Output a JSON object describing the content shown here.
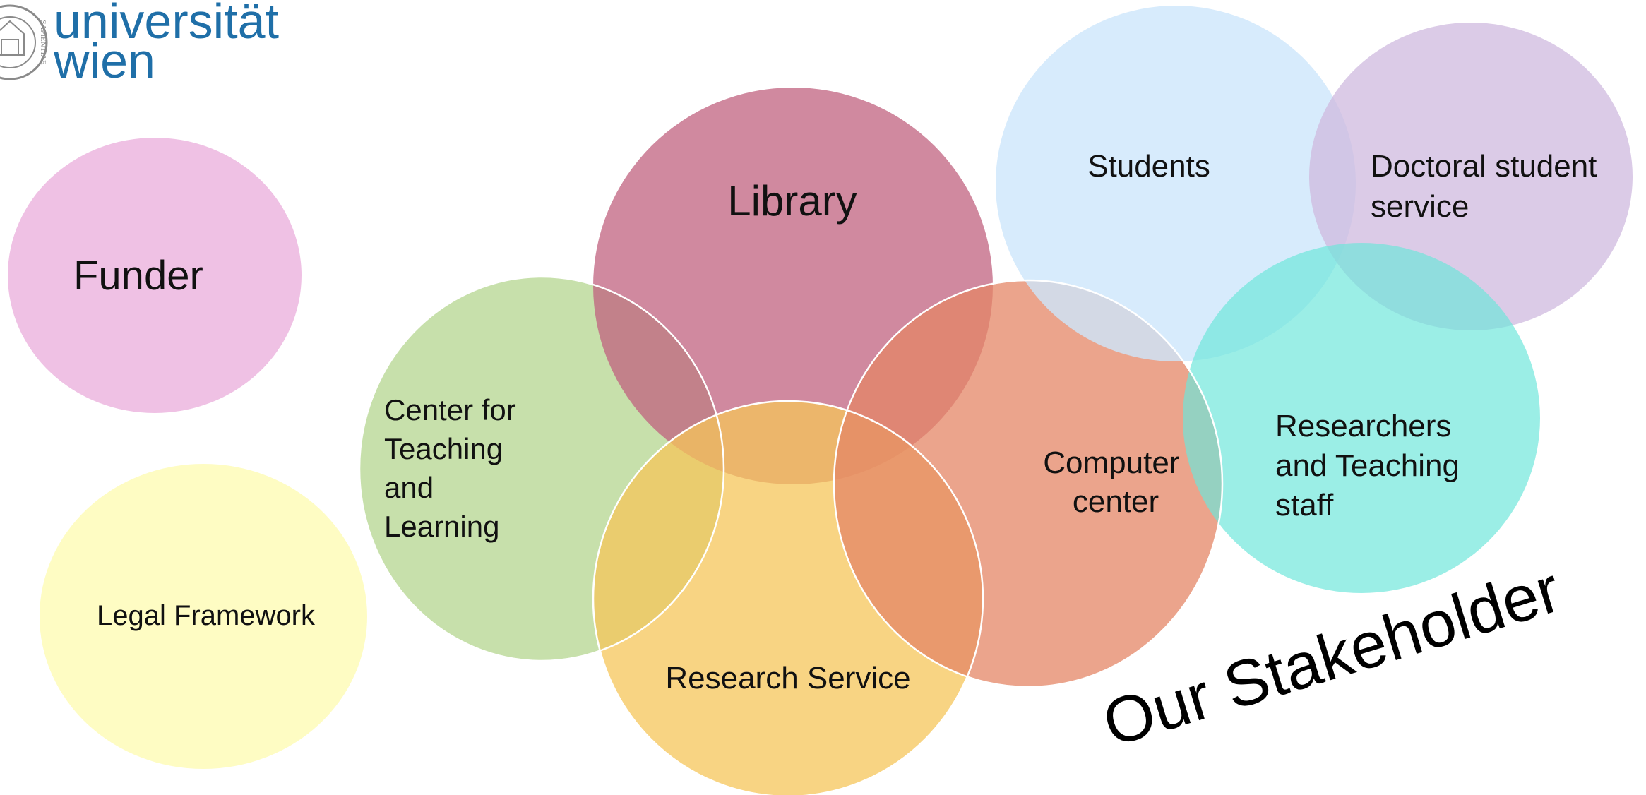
{
  "logo": {
    "line1": "universität",
    "line2": "wien",
    "seal_text": "SAPIENTIAE",
    "color": "#1f6fa8"
  },
  "headline": "Our Stakeholder",
  "stakeholders": [
    {
      "id": "funder",
      "label": [
        "Funder"
      ],
      "color": "#e8a6d8"
    },
    {
      "id": "legal",
      "label": [
        "Legal Framework"
      ],
      "color": "#fefcb8"
    },
    {
      "id": "teaching",
      "label": [
        "Center for",
        "Teaching",
        "and",
        "Learning"
      ],
      "color": "#b4d68f"
    },
    {
      "id": "library",
      "label": [
        "Library"
      ],
      "color": "#c0627f"
    },
    {
      "id": "research",
      "label": [
        "Research Service"
      ],
      "color": "#f6c55a"
    },
    {
      "id": "computer",
      "label": [
        "Computer",
        "center"
      ],
      "color": "#e48565"
    },
    {
      "id": "students",
      "label": [
        "Students"
      ],
      "color": "#cde6fb"
    },
    {
      "id": "doctoral",
      "label": [
        "Doctoral student",
        "service"
      ],
      "color": "#cfbadf"
    },
    {
      "id": "researchers",
      "label": [
        "Researchers",
        "and Teaching",
        "staff"
      ],
      "color": "#6ce6da"
    }
  ]
}
